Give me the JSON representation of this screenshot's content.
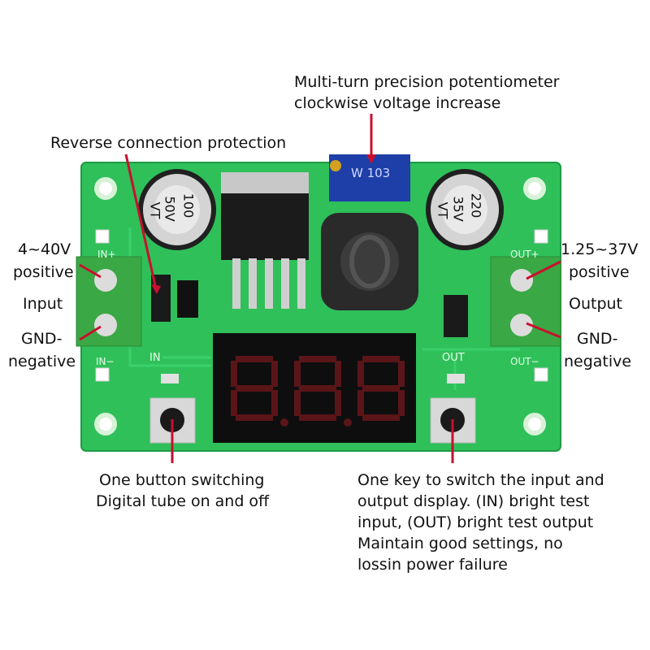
{
  "annotations": {
    "potentiometer_line1": "Multi-turn precision potentiometer",
    "potentiometer_line2": "clockwise voltage increase",
    "reverse_protection": "Reverse connection protection",
    "input_voltage": "4~40V",
    "input_positive": "positive",
    "input": "Input",
    "input_gnd": "GND-",
    "input_negative": "negative",
    "output_voltage": "1.25~37V",
    "output_positive": "positive",
    "output": "Output",
    "output_gnd": "GND-",
    "output_negative": "negative",
    "left_button_line1": "One button switching",
    "left_button_line2": "Digital tube on and off",
    "right_key_line1": "One key to switch the input and",
    "right_key_line2": "output display. (IN) bright test",
    "right_key_line3": "input, (OUT) bright test output",
    "right_key_line4": "Maintain good settings, no",
    "right_key_line5": "lossin power failure"
  },
  "board": {
    "cap_left_value": "100",
    "cap_left_voltage": "50V",
    "cap_left_series": "VT",
    "cap_right_value": "220",
    "cap_right_voltage": "35V",
    "cap_right_series": "VT",
    "pot_marking": "W 103",
    "silk_in_plus": "IN+",
    "silk_in_minus": "IN−",
    "silk_out_plus": "OUT+",
    "silk_out_minus": "OUT−",
    "silk_in": "IN",
    "silk_out": "OUT"
  },
  "colors": {
    "pcb": "#2fc05a",
    "pcb_dark": "#1f9a45",
    "terminal": "#3aa845",
    "pointer": "#c8102e",
    "display_bg": "#0e0e0e",
    "segment_off": "#5a1518"
  }
}
